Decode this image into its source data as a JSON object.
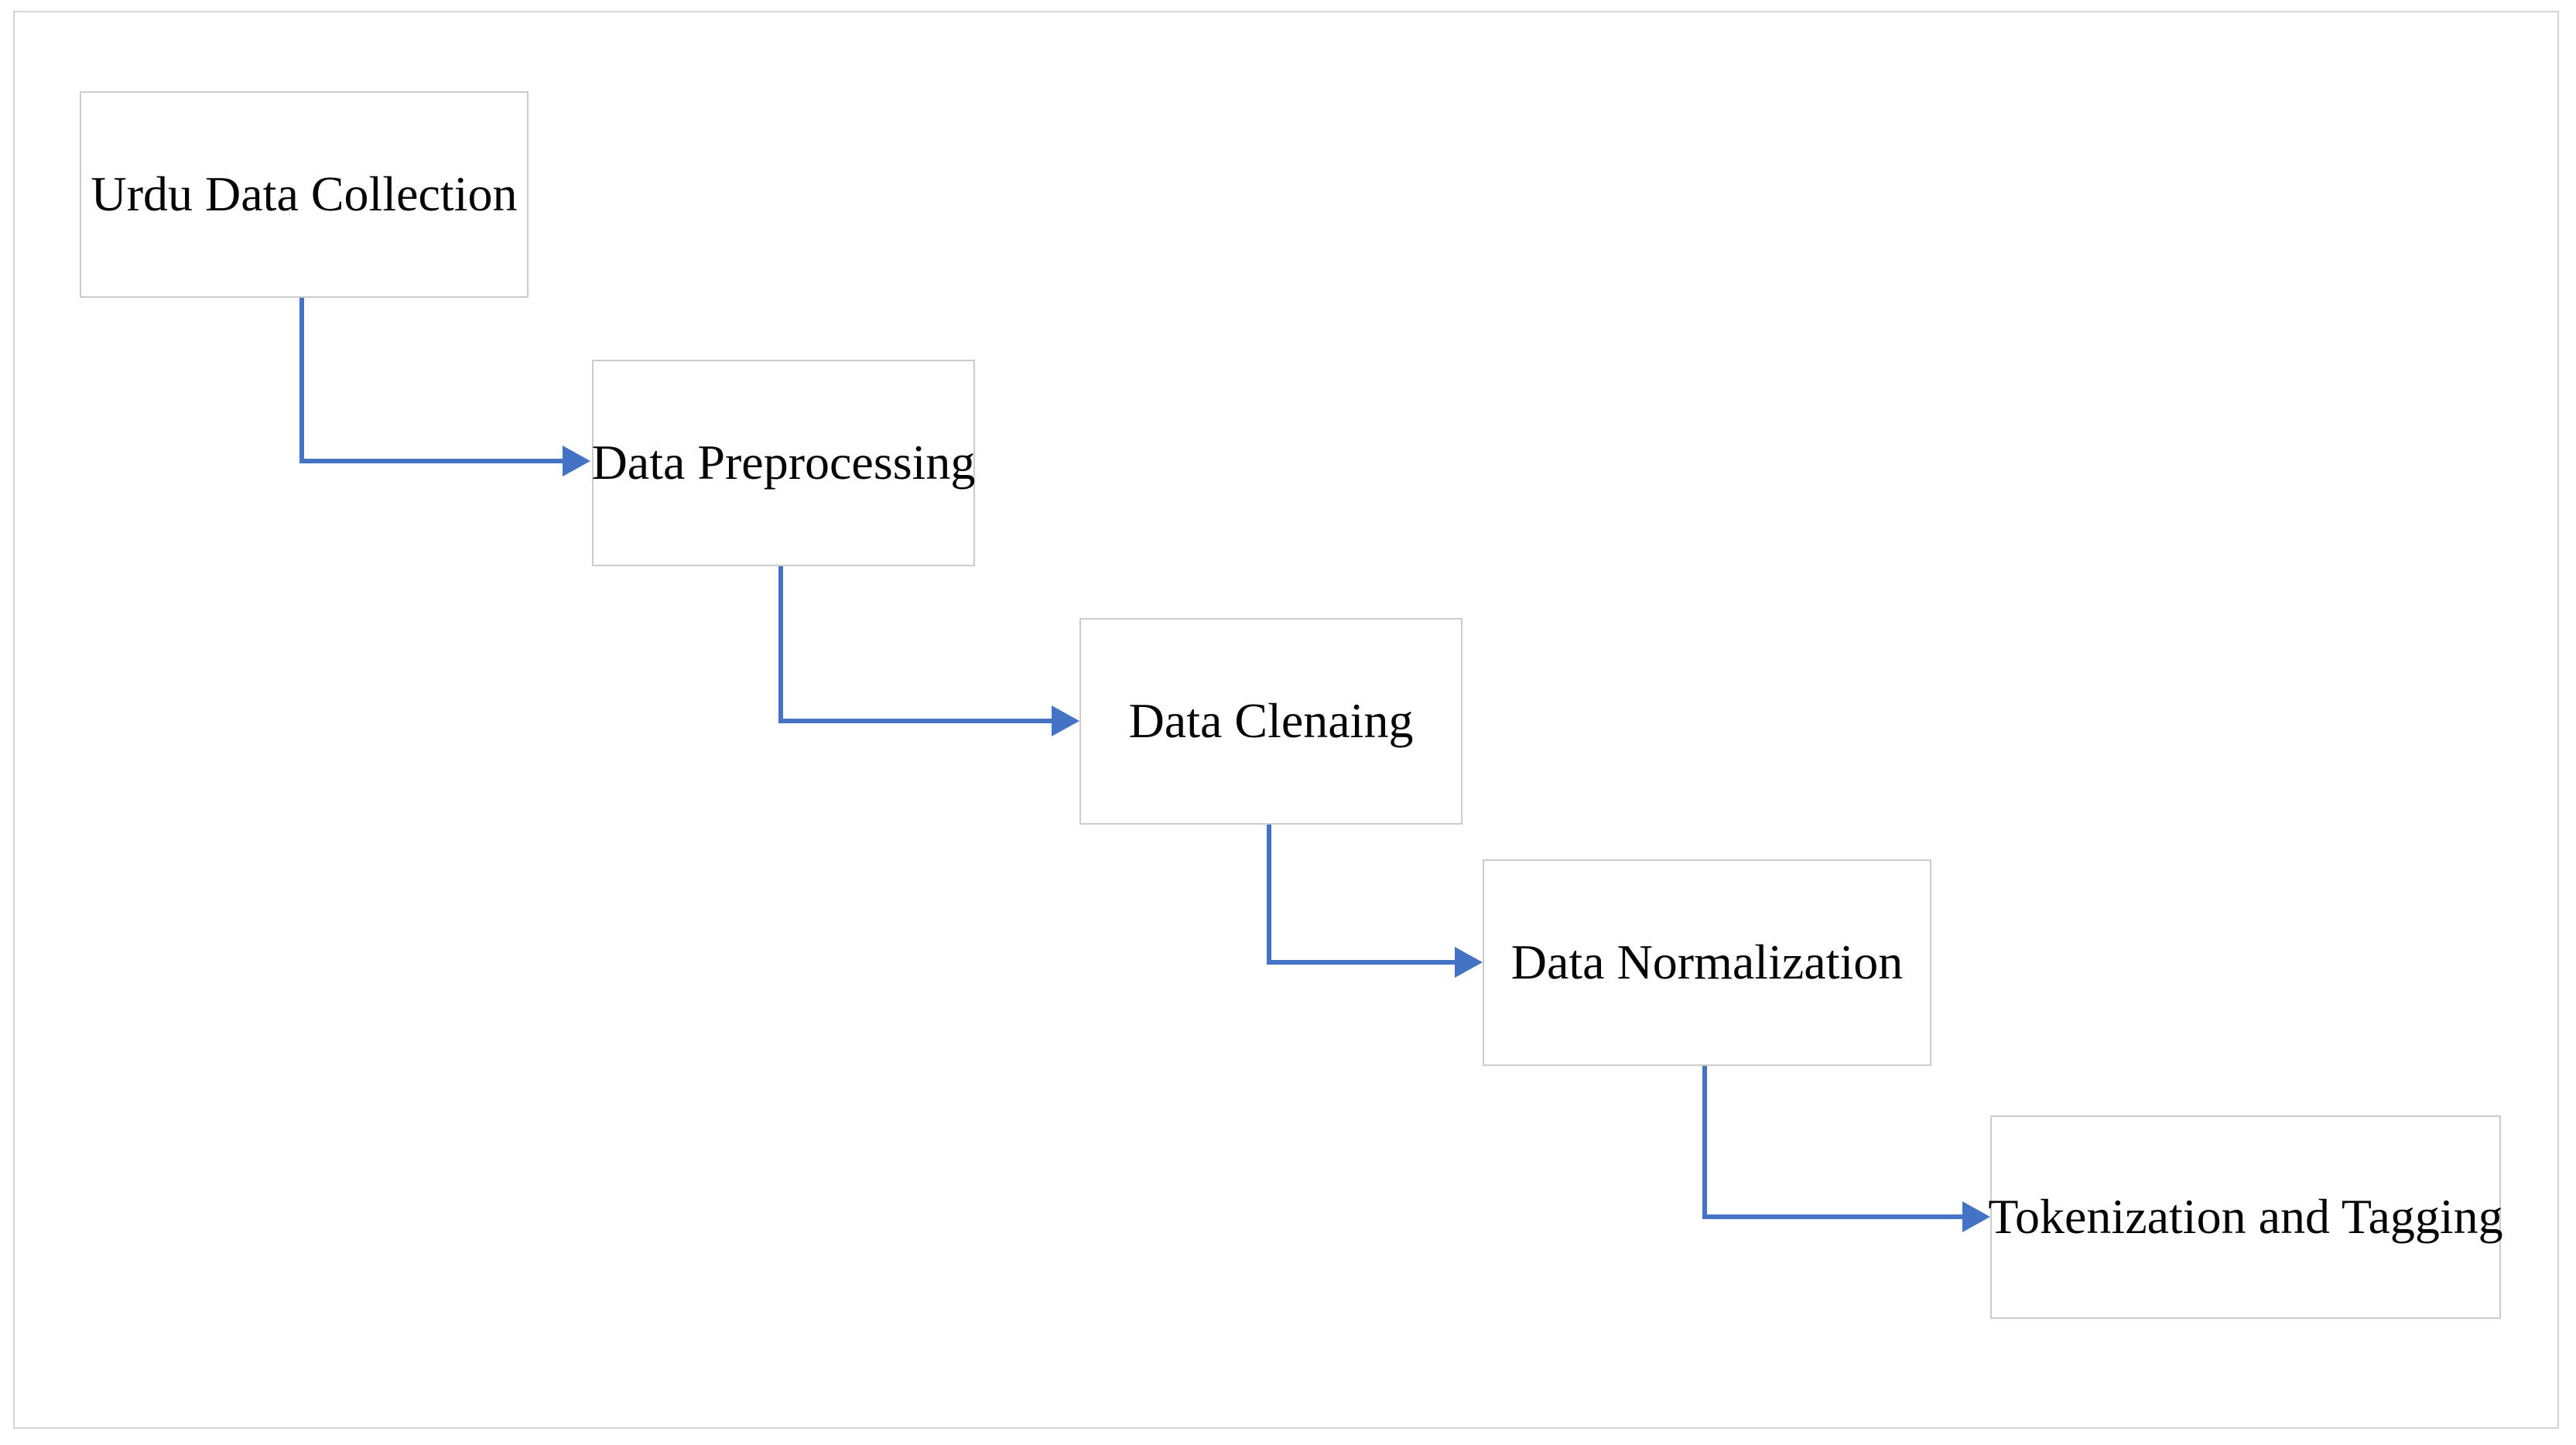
{
  "figure": {
    "type": "flowchart",
    "background_color": "#ffffff",
    "frame_border_color": "#d4d4d4",
    "node_border_color": "#cccccc",
    "node_fill_color": "#ffffff",
    "text_color": "#050505",
    "accent_color": "#4472c4",
    "nodes": [
      {
        "id": 1,
        "label": "Urdu Data Collection"
      },
      {
        "id": 2,
        "label": "Data Preprocessing"
      },
      {
        "id": 3,
        "label": "Data Clenaing"
      },
      {
        "id": 4,
        "label": "Data Normalization"
      },
      {
        "id": 5,
        "label": "Tokenization and Tagging"
      }
    ],
    "edges": [
      {
        "from": "Urdu Data Collection",
        "to": "Data Preprocessing",
        "style": "elbow-arrow"
      },
      {
        "from": "Data Preprocessing",
        "to": "Data Clenaing",
        "style": "elbow-arrow"
      },
      {
        "from": "Data Clenaing",
        "to": "Data Normalization",
        "style": "elbow-arrow"
      },
      {
        "from": "Data Normalization",
        "to": "Tokenization and Tagging",
        "style": "elbow-arrow"
      }
    ]
  }
}
